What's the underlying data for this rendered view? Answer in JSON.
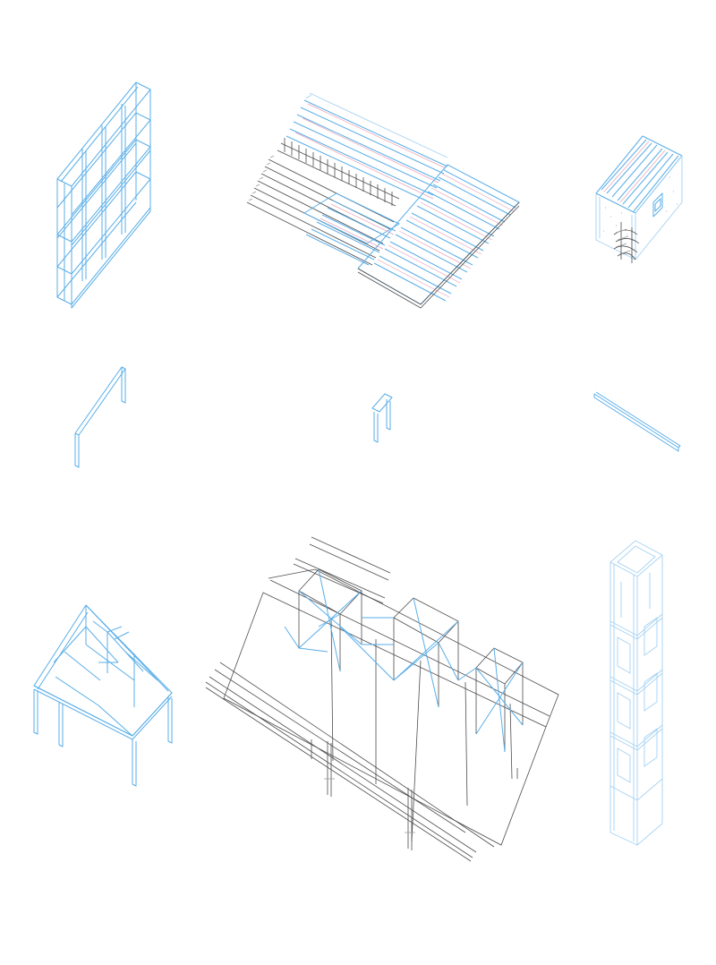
{
  "sheet": {
    "background": "#ffffff",
    "palette": {
      "blue": "#5aaee8",
      "light_blue": "#a6d2f2",
      "grey": "#4d4d4d",
      "light_grey": "#9a9a9a",
      "pink": "#e7a3b8"
    },
    "drawings": [
      "bookshelf-frame-axonometric",
      "floor-joist-assembly-axonometric",
      "cabin-with-spiral-stair-axonometric",
      "angled-beam-post-component",
      "short-post-bracket-component",
      "long-rail-component",
      "gable-roof-truss-frame-axonometric",
      "roof-structure-exploded-axonometric",
      "stacked-tower-frame-axonometric"
    ]
  }
}
